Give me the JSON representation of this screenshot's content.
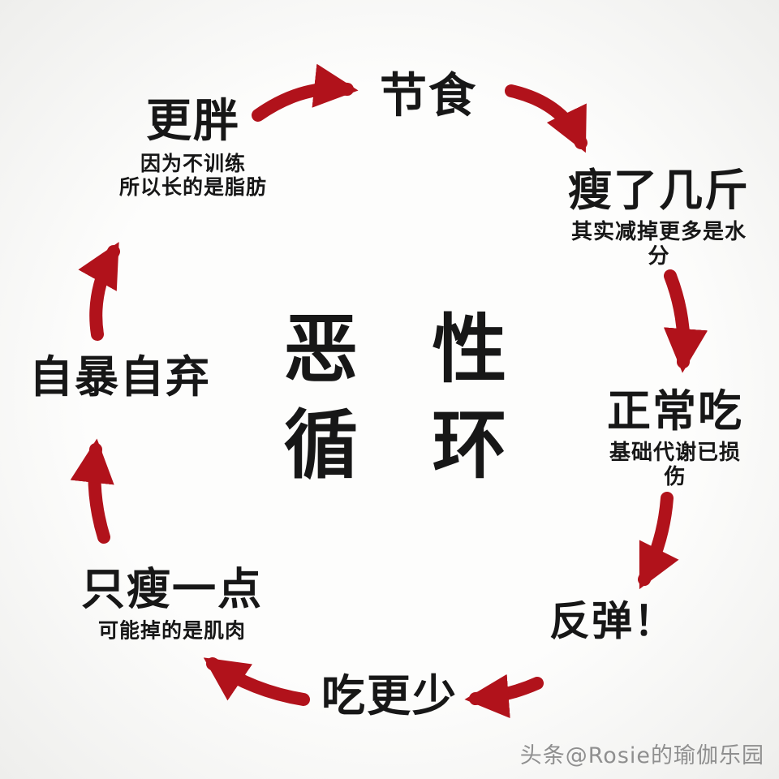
{
  "center": {
    "line1": "恶 性",
    "line2": "循 环"
  },
  "nodes": [
    {
      "label": "节食",
      "subtitle": ""
    },
    {
      "label": "瘦了几斤",
      "subtitle": "其实减掉更多是水分"
    },
    {
      "label": "正常吃",
      "subtitle": "基础代谢已损伤"
    },
    {
      "label": "反弹！",
      "subtitle": ""
    },
    {
      "label": "吃更少",
      "subtitle": ""
    },
    {
      "label": "只瘦一点",
      "subtitle": "可能掉的是肌肉"
    },
    {
      "label": "自暴自弃",
      "subtitle": ""
    },
    {
      "label": "更胖",
      "subtitle": "因为不训练\n所以长的是脂肪"
    }
  ],
  "watermark": "头条@Rosie的瑜伽乐园",
  "colors": {
    "arrow": "#b1121b",
    "text": "#171717",
    "watermark": "#8f8f8f"
  }
}
